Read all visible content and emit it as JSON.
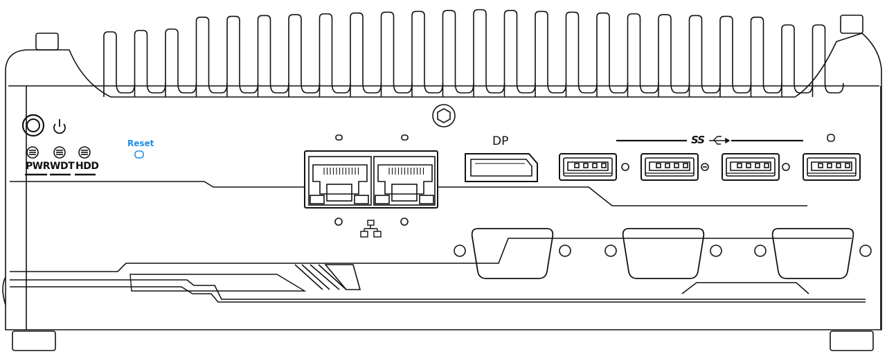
{
  "panel": {
    "led_labels": [
      "PWR",
      "WDT",
      "HDD"
    ],
    "reset_label": "Reset",
    "displayport_label": "DP",
    "usb_label": "SS",
    "accent_color": "#1e8fe6",
    "line_color": "#111111"
  },
  "icons": {
    "power": "power-icon",
    "network": "network-icon",
    "usb": "usb-trident-icon"
  }
}
